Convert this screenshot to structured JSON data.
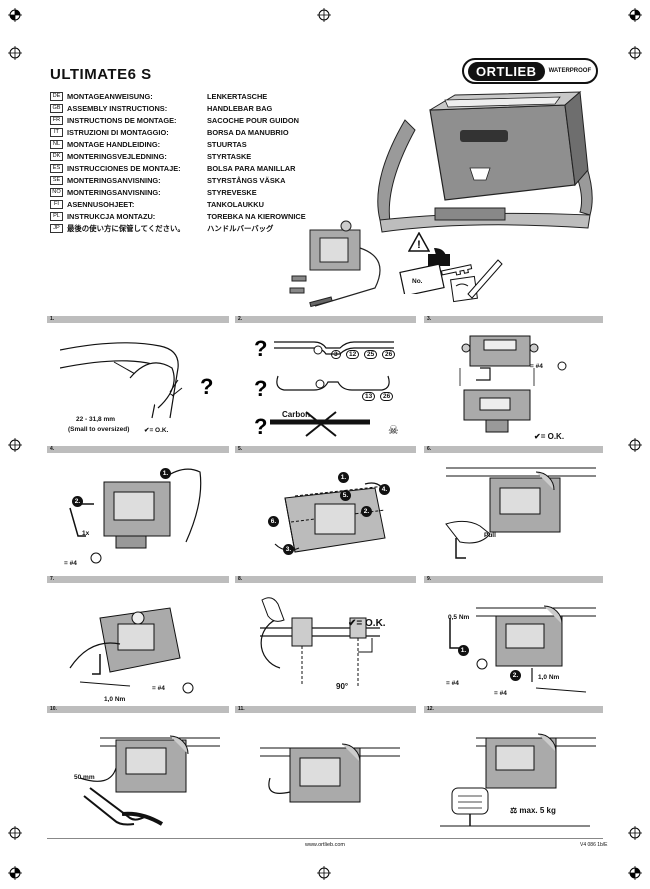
{
  "header": {
    "title": "ULTIMATE6 S",
    "logo_text": "ORTLIEB",
    "logo_sub": "WATERPROOF"
  },
  "languages": [
    {
      "code": "DE",
      "label": "MONTAGEANWEISUNG:",
      "product": "LENKERTASCHE"
    },
    {
      "code": "GB",
      "label": "ASSEMBLY INSTRUCTIONS:",
      "product": "HANDLEBAR BAG"
    },
    {
      "code": "FR",
      "label": "INSTRUCTIONS DE MONTAGE:",
      "product": "SACOCHE POUR GUIDON"
    },
    {
      "code": "IT",
      "label": "ISTRUZIONI DI MONTAGGIO:",
      "product": "BORSA DA MANUBRIO"
    },
    {
      "code": "NL",
      "label": "MONTAGE HANDLEIDING:",
      "product": "STUURTAS"
    },
    {
      "code": "DK",
      "label": "MONTERINGSVEJLEDNING:",
      "product": "STYRTASKE"
    },
    {
      "code": "ES",
      "label": "INSTRUCCIONES DE MONTAJE:",
      "product": "BOLSA PARA MANILLAR"
    },
    {
      "code": "SE",
      "label": "MONTERINGSANVISNING:",
      "product": "STYRSTÅNGS VÄSKA"
    },
    {
      "code": "NO",
      "label": "MONTERINGSANVISNING:",
      "product": "STYREVESKE"
    },
    {
      "code": "FI",
      "label": "ASENNUSOHJEET:",
      "product": "TANKOLAUKKU"
    },
    {
      "code": "PL",
      "label": "INSTRUKCJA MONTAZU:",
      "product": "TOREBKA NA KIEROWNICE"
    },
    {
      "code": "JP",
      "label": "最後の使い方に保管してください。",
      "product": "ハンドルバーバッグ"
    }
  ],
  "hero": {
    "key_label": "No."
  },
  "steps": [
    {
      "num": "1.",
      "labels": [
        "22 - 31,8 mm",
        "(Small to oversized)",
        "= O.K."
      ]
    },
    {
      "num": "2.",
      "labels": [
        "3",
        "12",
        "25",
        "26",
        "13",
        "26",
        "Carbon"
      ]
    },
    {
      "num": "3.",
      "labels": [
        "= #4",
        "= O.K."
      ]
    },
    {
      "num": "4.",
      "labels": [
        "1.",
        "2.",
        "1x",
        "= #4"
      ]
    },
    {
      "num": "5.",
      "labels": [
        "1.",
        "2.",
        "3.",
        "4.",
        "5.",
        "6."
      ]
    },
    {
      "num": "6.",
      "labels": [
        "Pull"
      ]
    },
    {
      "num": "7.",
      "labels": [
        "= #4",
        "1,0 Nm"
      ]
    },
    {
      "num": "8.",
      "labels": [
        "= O.K.",
        "90°"
      ]
    },
    {
      "num": "9.",
      "labels": [
        "0,5 Nm",
        "1.",
        "2.",
        "1,0 Nm",
        "= #4",
        "= #4"
      ]
    },
    {
      "num": "10.",
      "labels": [
        "50 mm"
      ]
    },
    {
      "num": "11.",
      "labels": []
    },
    {
      "num": "12.",
      "labels": [
        "max. 5 kg"
      ]
    }
  ],
  "footer": {
    "url": "www.ortlieb.com",
    "code": "V4 086 1b/E"
  }
}
